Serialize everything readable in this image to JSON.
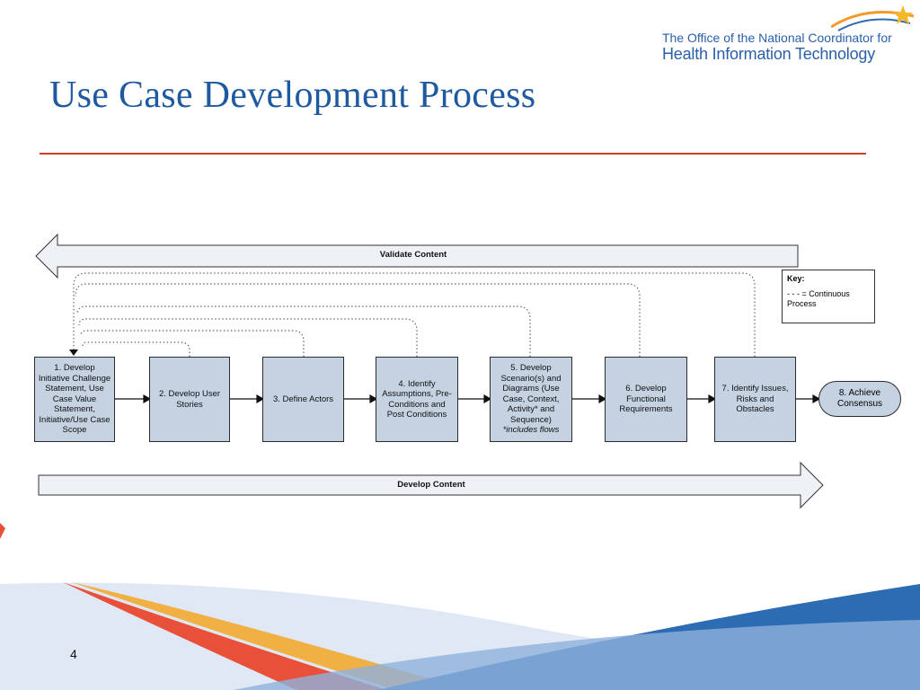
{
  "header": {
    "title": "Use Case Development Process",
    "logo_line1": "The Office of the National Coordinator for",
    "logo_line2": "Health Information Technology"
  },
  "diagram": {
    "validate_label": "Validate Content",
    "develop_label": "Develop Content",
    "steps": [
      {
        "text": "1. Develop Initiative Challenge Statement, Use Case Value Statement, Initiative/Use Case Scope",
        "note": ""
      },
      {
        "text": "2. Develop User Stories",
        "note": ""
      },
      {
        "text": "3. Define Actors",
        "note": ""
      },
      {
        "text": "4. Identify Assumptions, Pre-Conditions and Post Conditions",
        "note": ""
      },
      {
        "text": "5. Develop Scenario(s) and Diagrams (Use Case, Context, Activity* and Sequence)",
        "note": "*includes flows"
      },
      {
        "text": "6. Develop Functional Requirements",
        "note": ""
      },
      {
        "text": "7. Identify Issues, Risks and Obstacles",
        "note": ""
      },
      {
        "text": "8. Achieve Consensus",
        "note": ""
      }
    ],
    "key": {
      "title": "Key:",
      "text": "- - - = Continuous Process"
    }
  },
  "footer": {
    "page_number": "4"
  },
  "colors": {
    "title": "#1f5aa0",
    "rule": "#d23a2a",
    "box_fill": "#c5d2e2"
  }
}
